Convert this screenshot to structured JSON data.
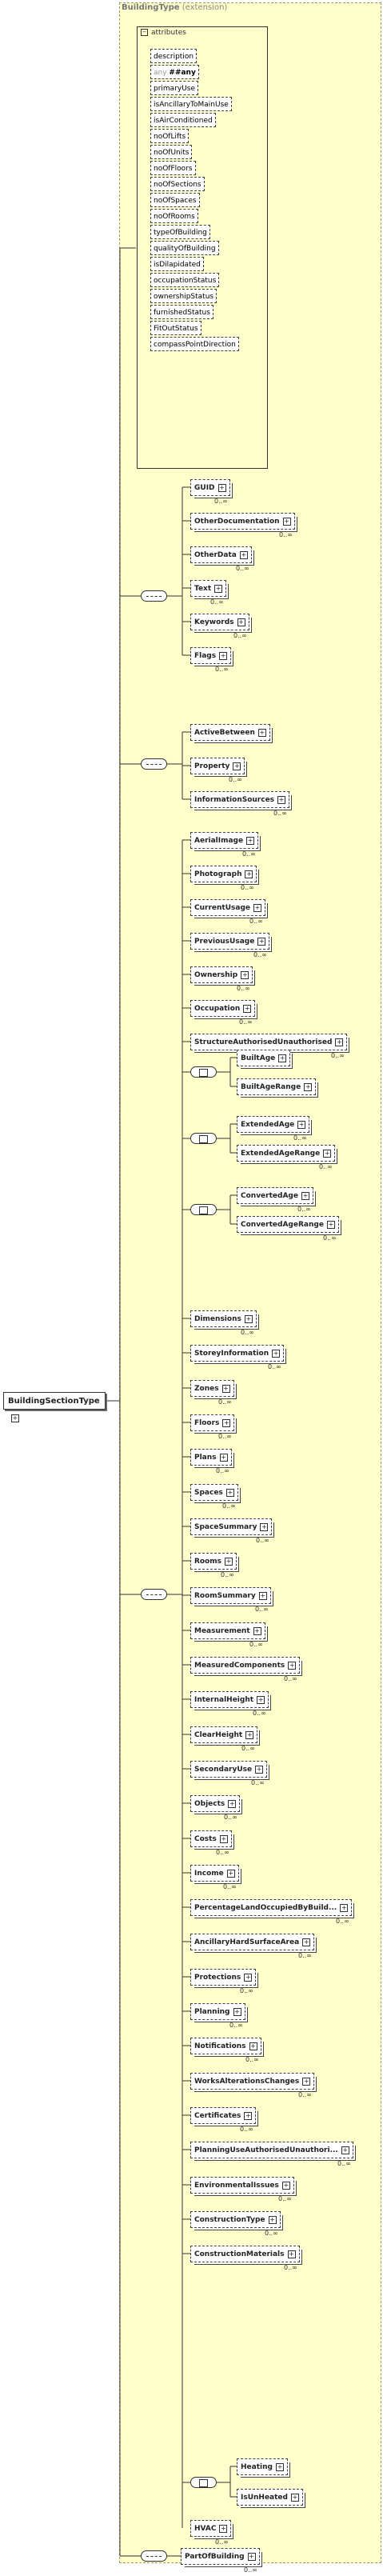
{
  "root": {
    "name": "BuildingSectionType",
    "expand_icon": "plus-icon"
  },
  "extension": {
    "type_name": "BuildingType",
    "label": "(extension)"
  },
  "attributes": {
    "header": "attributes",
    "items": [
      "description",
      "any ##any",
      "primaryUse",
      "isAncillaryToMainUse",
      "isAirConditioned",
      "noOfLifts",
      "noOfUnits",
      "noOfFloors",
      "noOfSections",
      "noOfSpaces",
      "noOfRooms",
      "typeOfBuilding",
      "qualityOfBuilding",
      "isDilapidated",
      "occupationStatus",
      "ownershipStatus",
      "furnishedStatus",
      "FitOutStatus",
      "compassPointDirection"
    ]
  },
  "groups": [
    {
      "elements": [
        {
          "name": "GUID",
          "card": "0..∞"
        },
        {
          "name": "OtherDocumentation",
          "card": "0..∞"
        },
        {
          "name": "OtherData",
          "card": "0..∞"
        },
        {
          "name": "Text",
          "card": "0..∞"
        },
        {
          "name": "Keywords",
          "card": "0..∞"
        },
        {
          "name": "Flags",
          "card": "0..∞"
        }
      ]
    },
    {
      "elements": [
        {
          "name": "ActiveBetween",
          "card": ""
        },
        {
          "name": "Property",
          "card": "0..∞"
        },
        {
          "name": "InformationSources",
          "card": "0..∞"
        }
      ]
    },
    {
      "elements": [
        {
          "name": "AerialImage",
          "card": "0..∞"
        },
        {
          "name": "Photograph",
          "card": "0..∞"
        },
        {
          "name": "CurrentUsage",
          "card": "0..∞"
        },
        {
          "name": "PreviousUsage",
          "card": "0..∞"
        },
        {
          "name": "Ownership",
          "card": "0..∞"
        },
        {
          "name": "Occupation",
          "card": "0..∞"
        },
        {
          "name": "StructureAuthorisedUnauthorised",
          "card": "0..∞"
        }
      ]
    },
    {
      "choices": [
        {
          "items": [
            {
              "name": "BuiltAge",
              "card": ""
            },
            {
              "name": "BuiltAgeRange",
              "card": ""
            }
          ]
        },
        {
          "items": [
            {
              "name": "ExtendedAge",
              "card": "0..∞"
            },
            {
              "name": "ExtendedAgeRange",
              "card": "0..∞"
            }
          ]
        },
        {
          "items": [
            {
              "name": "ConvertedAge",
              "card": "0..∞"
            },
            {
              "name": "ConvertedAgeRange",
              "card": "0..∞"
            }
          ]
        }
      ]
    },
    {
      "elements": [
        {
          "name": "Dimensions",
          "card": "0..∞"
        },
        {
          "name": "StoreyInformation",
          "card": "0..∞"
        },
        {
          "name": "Zones",
          "card": "0..∞"
        },
        {
          "name": "Floors",
          "card": "0..∞"
        },
        {
          "name": "Plans",
          "card": "0..∞"
        },
        {
          "name": "Spaces",
          "card": "0..∞"
        },
        {
          "name": "SpaceSummary",
          "card": "0..∞"
        },
        {
          "name": "Rooms",
          "card": "0..∞"
        },
        {
          "name": "RoomSummary",
          "card": "0..∞"
        },
        {
          "name": "Measurement",
          "card": "0..∞"
        },
        {
          "name": "MeasuredComponents",
          "card": "0..∞"
        },
        {
          "name": "InternalHeight",
          "card": "0..∞"
        },
        {
          "name": "ClearHeight",
          "card": "0..∞"
        },
        {
          "name": "SecondaryUse",
          "card": "0..∞"
        },
        {
          "name": "Objects",
          "card": "0..∞"
        },
        {
          "name": "Costs",
          "card": "0..∞"
        },
        {
          "name": "Income",
          "card": "0..∞"
        },
        {
          "name": "PercentageLandOccupiedByBuild...",
          "card": "0..∞"
        },
        {
          "name": "AncillaryHardSurfaceArea",
          "card": "0..∞"
        },
        {
          "name": "Protections",
          "card": "0..∞"
        },
        {
          "name": "Planning",
          "card": "0..∞"
        },
        {
          "name": "Notifications",
          "card": "0..∞"
        },
        {
          "name": "WorksAlterationsChanges",
          "card": "0..∞"
        },
        {
          "name": "Certificates",
          "card": "0..∞"
        },
        {
          "name": "PlanningUseAuthorisedUnauthori...",
          "card": "0..∞"
        },
        {
          "name": "EnvironmentalIssues",
          "card": "0..∞"
        },
        {
          "name": "ConstructionType",
          "card": "0..∞"
        },
        {
          "name": "ConstructionMaterials",
          "card": "0..∞"
        }
      ]
    },
    {
      "choices": [
        {
          "items": [
            {
              "name": "Heating",
              "card": ""
            },
            {
              "name": "IsUnHeated",
              "card": ""
            }
          ]
        }
      ]
    },
    {
      "elements": [
        {
          "name": "HVAC",
          "card": "0..∞"
        }
      ]
    }
  ],
  "outside": {
    "name": "PartOfBuilding",
    "card": "0..∞"
  }
}
